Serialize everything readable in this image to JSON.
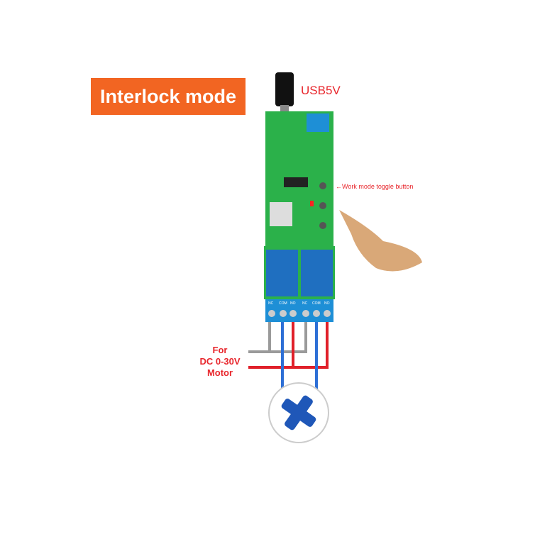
{
  "title": "Interlock mode",
  "usb_label": "USB5V",
  "toggle_button_label": "←Work mode toggle button",
  "motor_label": [
    "For",
    "DC 0-30V",
    "Motor"
  ],
  "terminal_labels": [
    "NC",
    "COM",
    "NO",
    "NC",
    "COM",
    "NO"
  ],
  "colors": {
    "badge": "#f26522",
    "label_red": "#e8262c",
    "pcb": "#2bb14a",
    "relay": "#1f6fc0",
    "wire_blue": "#2d6fd6",
    "wire_red": "#e0202a",
    "wire_gray": "#9a9a9a",
    "motor_cross": "#1f57b8"
  }
}
